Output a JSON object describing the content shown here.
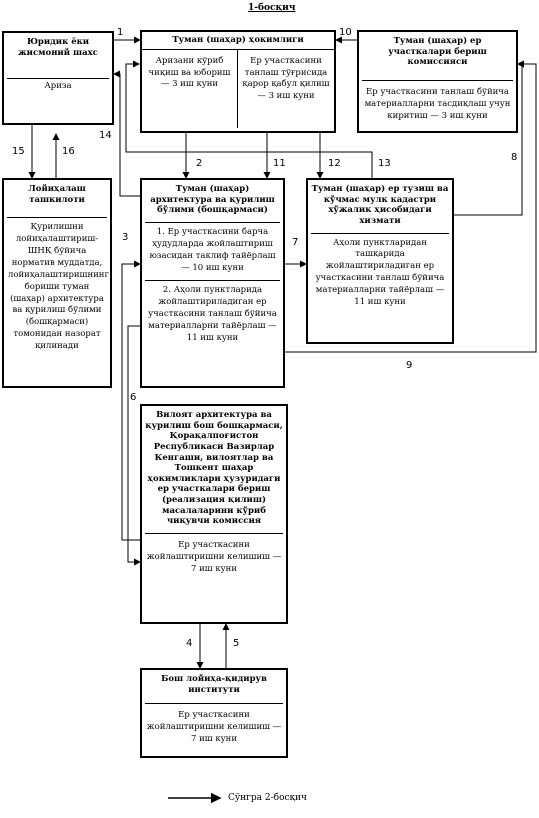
{
  "page_title": "1-босқич",
  "boxes": {
    "legal": {
      "title": "Юридик ёки жисмоний шахс",
      "body": "Ариза"
    },
    "khokimlik": {
      "title": "Туман (шаҳар) ҳокимлиги",
      "col1": "Аризани кўриб чиқиш ва юбориш — 3 иш куни",
      "col2": "Ер участкасини танлаш тўғрисида қарор қабул қилиш — 3 иш куни"
    },
    "commission": {
      "title": "Туман (шаҳар) ер участкалари бериш комиссияси",
      "body": "Ер участкасини танлаш бўйича материалларни тасдиқлаш учун киритиш — 3 иш куни"
    },
    "designer": {
      "title": "Лойиҳалаш ташкилоти",
      "body": "Қурилишни лойиҳалаштириш-ШНҚ бўйича норматив муддатда, лойиҳалаштиришнинг бориши туман (шаҳар) архитектура ва қурилиш бўлими (бошқармаси) томонидан назорат қилинади"
    },
    "architecture": {
      "title": "Туман (шаҳар) архитектура ва қурилиш бўлими (бошқармаси)",
      "item1": "1. Ер участкасини барча ҳудудларда жойлаштириш юзасидан таклиф тайёрлаш — 10 иш куни",
      "item2": "2. Аҳоли пунктларида жойлаштириладиган ер участкасини  танлаш бўйича материалларни тайёрлаш — 11 иш куни"
    },
    "cadastre": {
      "title": "Туман (шаҳар) ер тузиш ва кўчмас мулк кадастри хўжалик ҳисобидаги хизмати",
      "body": "Аҳоли пунктларидан ташқарида жойлаштириладиган ер участкасини танлаш бўйича материалларни тайёрлаш  — 11 иш куни"
    },
    "regional": {
      "title": "Вилоят архитектура ва қурилиш бош бошқармаси, Қорақалпоғистон Республикаси Вазирлар Кенгаши, вилоятлар ва Тошкент шаҳар ҳокимликлари ҳузуридаги ер участкалари бериш (реализация қилиш) масалаларини кўриб чиқувчи комиссия",
      "body": "Ер участкасини жойлаштиришни келишиш — 7 иш куни"
    },
    "institute": {
      "title": "Бош лойиҳа-қидирув институти",
      "body": "Ер участкасини жойлаштиришни келишиш — 7 иш куни"
    }
  },
  "arrow_labels": {
    "a1": "1",
    "a2": "2",
    "a3": "3",
    "a4": "4",
    "a5": "5",
    "a6": "6",
    "a7": "7",
    "a8": "8",
    "a9": "9",
    "a10": "10",
    "a11": "11",
    "a12": "12",
    "a13": "13",
    "a14": "14",
    "a15": "15",
    "a16": "16"
  },
  "footer_note": "Сўнгра 2-босқич"
}
